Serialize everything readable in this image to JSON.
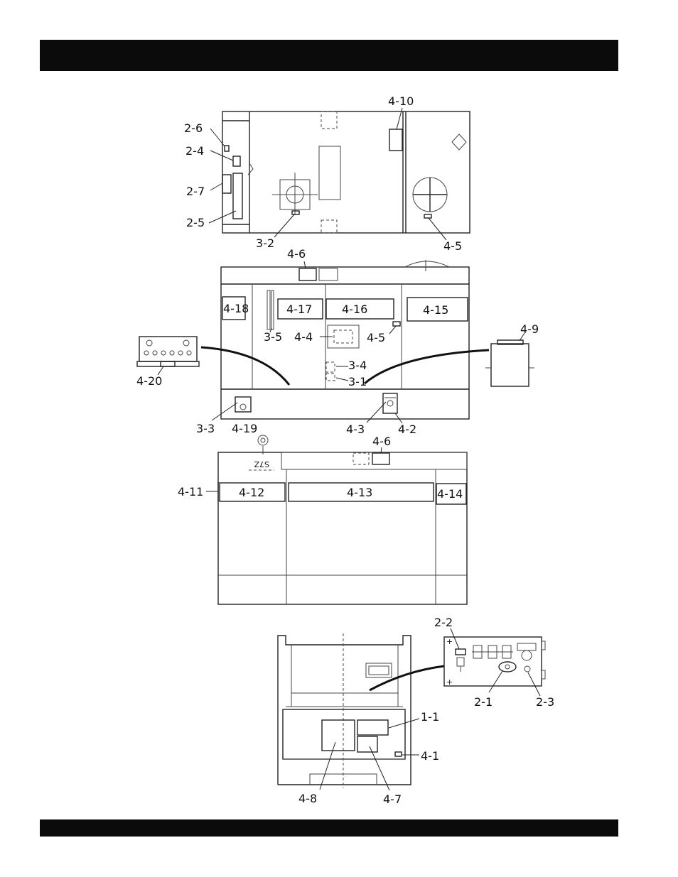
{
  "labels": {
    "l_4_10": "4-10",
    "l_2_6": "2-6",
    "l_2_4": "2-4",
    "l_2_7": "2-7",
    "l_2_5": "2-5",
    "l_3_2": "3-2",
    "l_4_5_top": "4-5",
    "l_4_6_mid": "4-6",
    "l_4_18": "4-18",
    "l_4_17": "4-17",
    "l_4_16": "4-16",
    "l_4_15": "4-15",
    "l_3_5": "3-5",
    "l_4_4": "4-4",
    "l_4_5_mid": "4-5",
    "l_4_9": "4-9",
    "l_4_20": "4-20",
    "l_3_4": "3-4",
    "l_3_1": "3-1",
    "l_3_3": "3-3",
    "l_4_19": "4-19",
    "l_4_3": "4-3",
    "l_4_2": "4-2",
    "l_4_6_low": "4-6",
    "l_4_11": "4-11",
    "l_4_12": "4-12",
    "l_4_13": "4-13",
    "l_4_14": "4-14",
    "l_2_2": "2-2",
    "l_2_1": "2-1",
    "l_2_3": "2-3",
    "l_1_1": "1-1",
    "l_4_1": "4-1",
    "l_4_8": "4-8",
    "l_4_7": "4-7"
  }
}
